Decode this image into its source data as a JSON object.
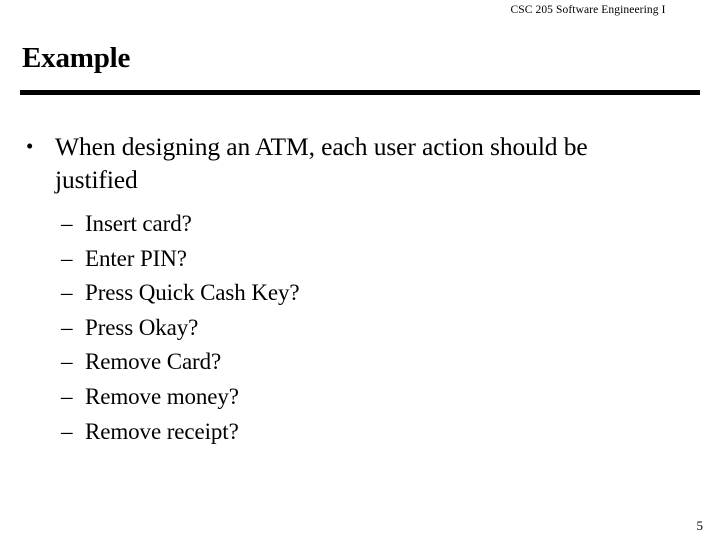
{
  "slide": {
    "header": "CSC 205 Software Engineering I",
    "title": "Example",
    "page_number": "5",
    "bullet_glyph": "•",
    "dash_glyph": "–",
    "level1": [
      {
        "text": "When designing an ATM, each user action should be justified"
      }
    ],
    "level2": [
      {
        "text": "Insert card?"
      },
      {
        "text": "Enter PIN?"
      },
      {
        "text": "Press Quick Cash Key?"
      },
      {
        "text": "Press Okay?"
      },
      {
        "text": "Remove Card?"
      },
      {
        "text": "Remove money?"
      },
      {
        "text": "Remove receipt?"
      }
    ],
    "colors": {
      "background": "#ffffff",
      "text": "#000000",
      "rule": "#000000"
    }
  }
}
